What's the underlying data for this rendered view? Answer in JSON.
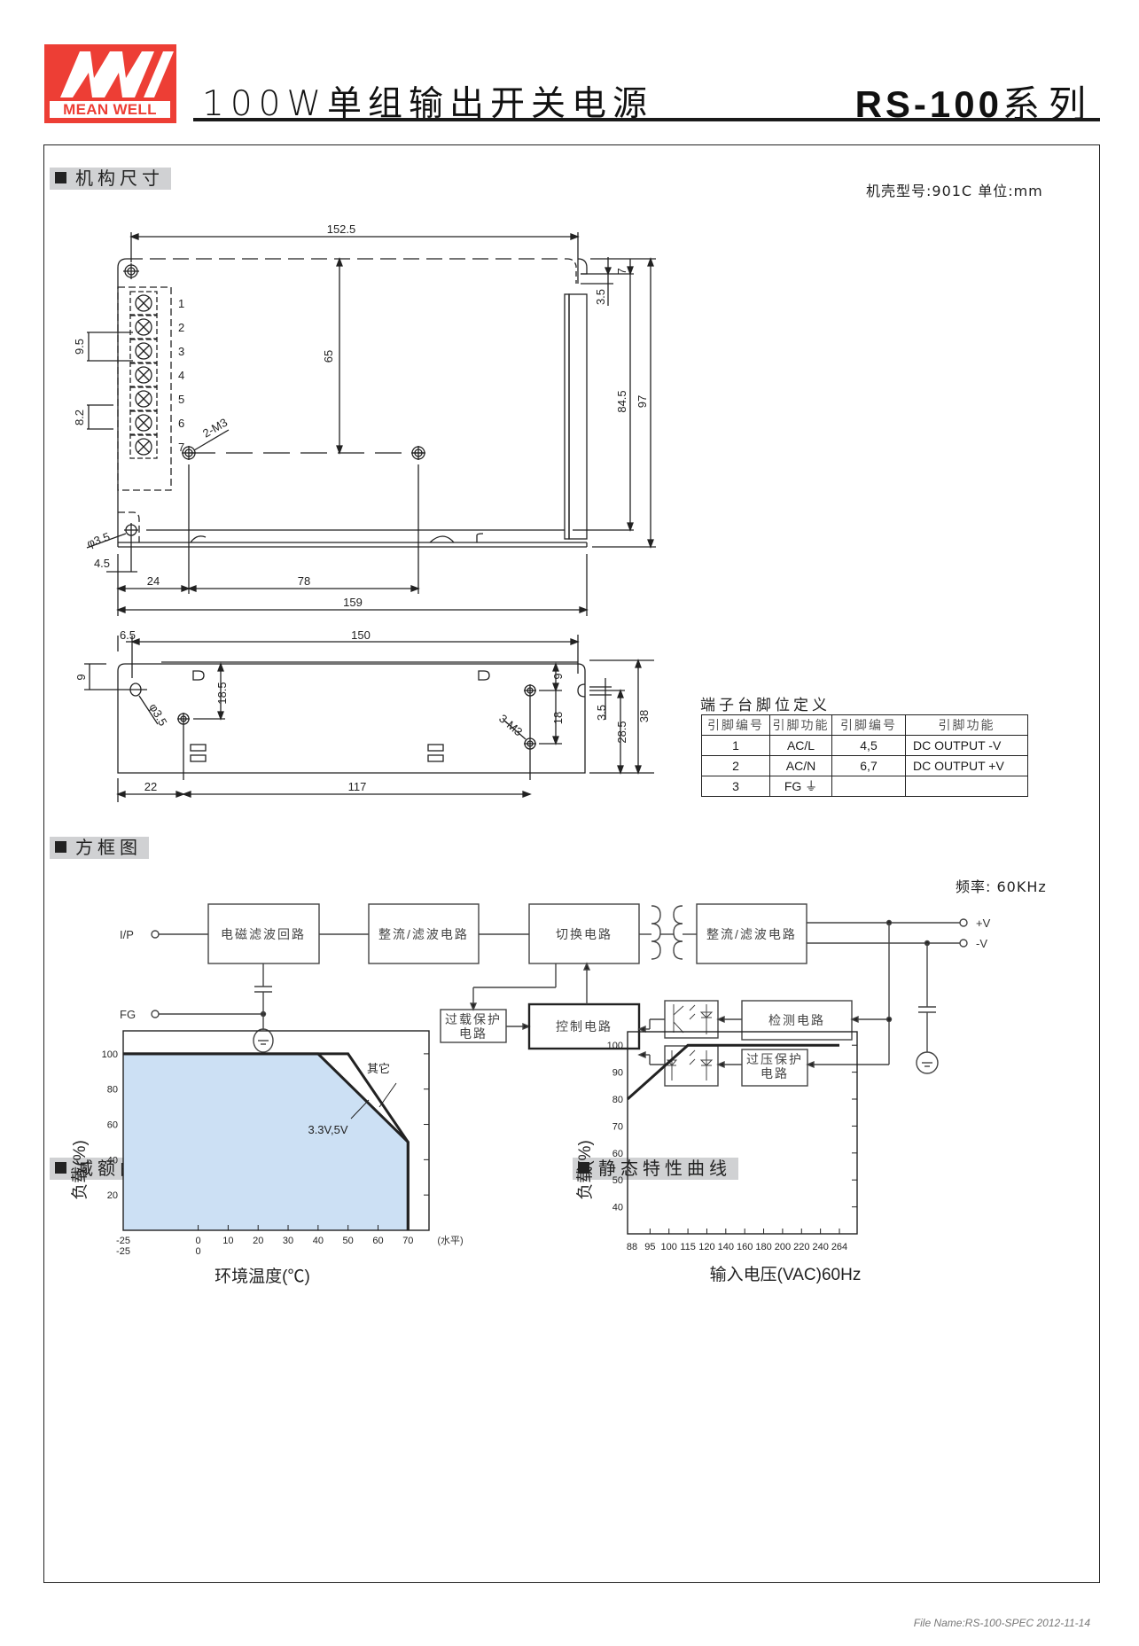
{
  "header": {
    "logo_text": "MEAN WELL",
    "logo_mark": "MW",
    "title": "100W单组输出开关电源",
    "series_model": "RS-100",
    "series_suffix": "系列",
    "brand_color": "#ed3e35"
  },
  "sections": {
    "mechanical": {
      "label": "机构尺寸",
      "note": "机壳型号:901C  单位:mm"
    },
    "block_diagram": {
      "label": "方框图",
      "note": "频率: 60KHz"
    },
    "derating": {
      "label": "减额曲线"
    },
    "static": {
      "label": "静态特性曲线"
    }
  },
  "mechanical_drawing": {
    "top_view": {
      "dims": {
        "overall_top": "152.5",
        "mount_vertical": "65",
        "pitch": "9.5",
        "terminal_width": "8.2",
        "mount_hole": "2-M3",
        "side_hole": "φ3.5",
        "right_top": "7",
        "right_slot": "3.5",
        "inner_height": "84.5",
        "overall_height": "97",
        "left_offset": "4.5",
        "hole_x1": "24",
        "hole_span": "78",
        "overall_length": "159"
      },
      "terminal_numbers": [
        "1",
        "2",
        "3",
        "4",
        "5",
        "6",
        "7"
      ]
    },
    "side_view": {
      "dims": {
        "left_offset": "6.5",
        "span_top": "150",
        "left_hole_y": "9",
        "side_hole": "φ3.5",
        "mount_y": "18.5",
        "right_hole_y": "9",
        "right_hole_gap": "18",
        "mount_holes": "3-M3",
        "slot": "3.5",
        "slot_height": "28.5",
        "overall_height": "38",
        "hole_x1": "22",
        "hole_span": "117"
      }
    }
  },
  "pin_table": {
    "title": "端子台脚位定义",
    "headers": [
      "引脚编号",
      "引脚功能",
      "引脚编号",
      "引脚功能"
    ],
    "rows": [
      [
        "1",
        "AC/L",
        "4,5",
        "DC OUTPUT -V"
      ],
      [
        "2",
        "AC/N",
        "6,7",
        "DC OUTPUT +V"
      ],
      [
        "3",
        "FG ⏚",
        "",
        ""
      ]
    ]
  },
  "block_diagram": {
    "inputs": {
      "ip": "I/P",
      "fg": "FG"
    },
    "outputs": {
      "pos": "+V",
      "neg": "-V"
    },
    "blocks": {
      "emi": "电磁滤波回路",
      "rect1": "整流/滤波电路",
      "switch": "切换电路",
      "rect2": "整流/滤波电路",
      "olp_line1": "过载保护",
      "olp_line2": "电路",
      "control": "控制电路",
      "detect": "检测电路",
      "ovp_line1": "过压保护",
      "ovp_line2": "电路"
    }
  },
  "chart_data": [
    {
      "type": "area",
      "title": "减额曲线",
      "xlabel": "环境温度(℃)",
      "xlabel_suffix": "(水平)",
      "ylabel": "负载(%)",
      "xlim": [
        -25,
        77
      ],
      "ylim": [
        0,
        113
      ],
      "x_ticks": [
        "-25",
        "0",
        "10",
        "20",
        "30",
        "40",
        "50",
        "60",
        "70"
      ],
      "x_ticks_second_row": [
        "-25",
        "0"
      ],
      "y_ticks": [
        "20",
        "40",
        "60",
        "80",
        "100"
      ],
      "fill_color": "#cce0f4",
      "series": [
        {
          "name": "3.3V,5V",
          "x": [
            -25,
            40,
            70,
            70
          ],
          "y": [
            100,
            100,
            50,
            0
          ]
        },
        {
          "name": "其它",
          "x": [
            -25,
            50,
            70,
            70
          ],
          "y": [
            100,
            100,
            50,
            0
          ]
        }
      ],
      "annotations": [
        "其它",
        "3.3V,5V"
      ]
    },
    {
      "type": "line",
      "title": "静态特性曲线",
      "xlabel": "输入电压(VAC)60Hz",
      "ylabel": "负载(%)",
      "categories": [
        "88",
        "95",
        "100",
        "115",
        "120",
        "140",
        "160",
        "180",
        "200",
        "220",
        "240",
        "264"
      ],
      "ylim": [
        30,
        105
      ],
      "y_ticks": [
        "40",
        "50",
        "60",
        "70",
        "80",
        "90",
        "100"
      ],
      "series": [
        {
          "name": "load",
          "x": [
            "88",
            "115",
            "264"
          ],
          "y": [
            80,
            100,
            100
          ]
        }
      ]
    }
  ],
  "footer": {
    "text": "File Name:RS-100-SPEC   2012-11-14"
  }
}
